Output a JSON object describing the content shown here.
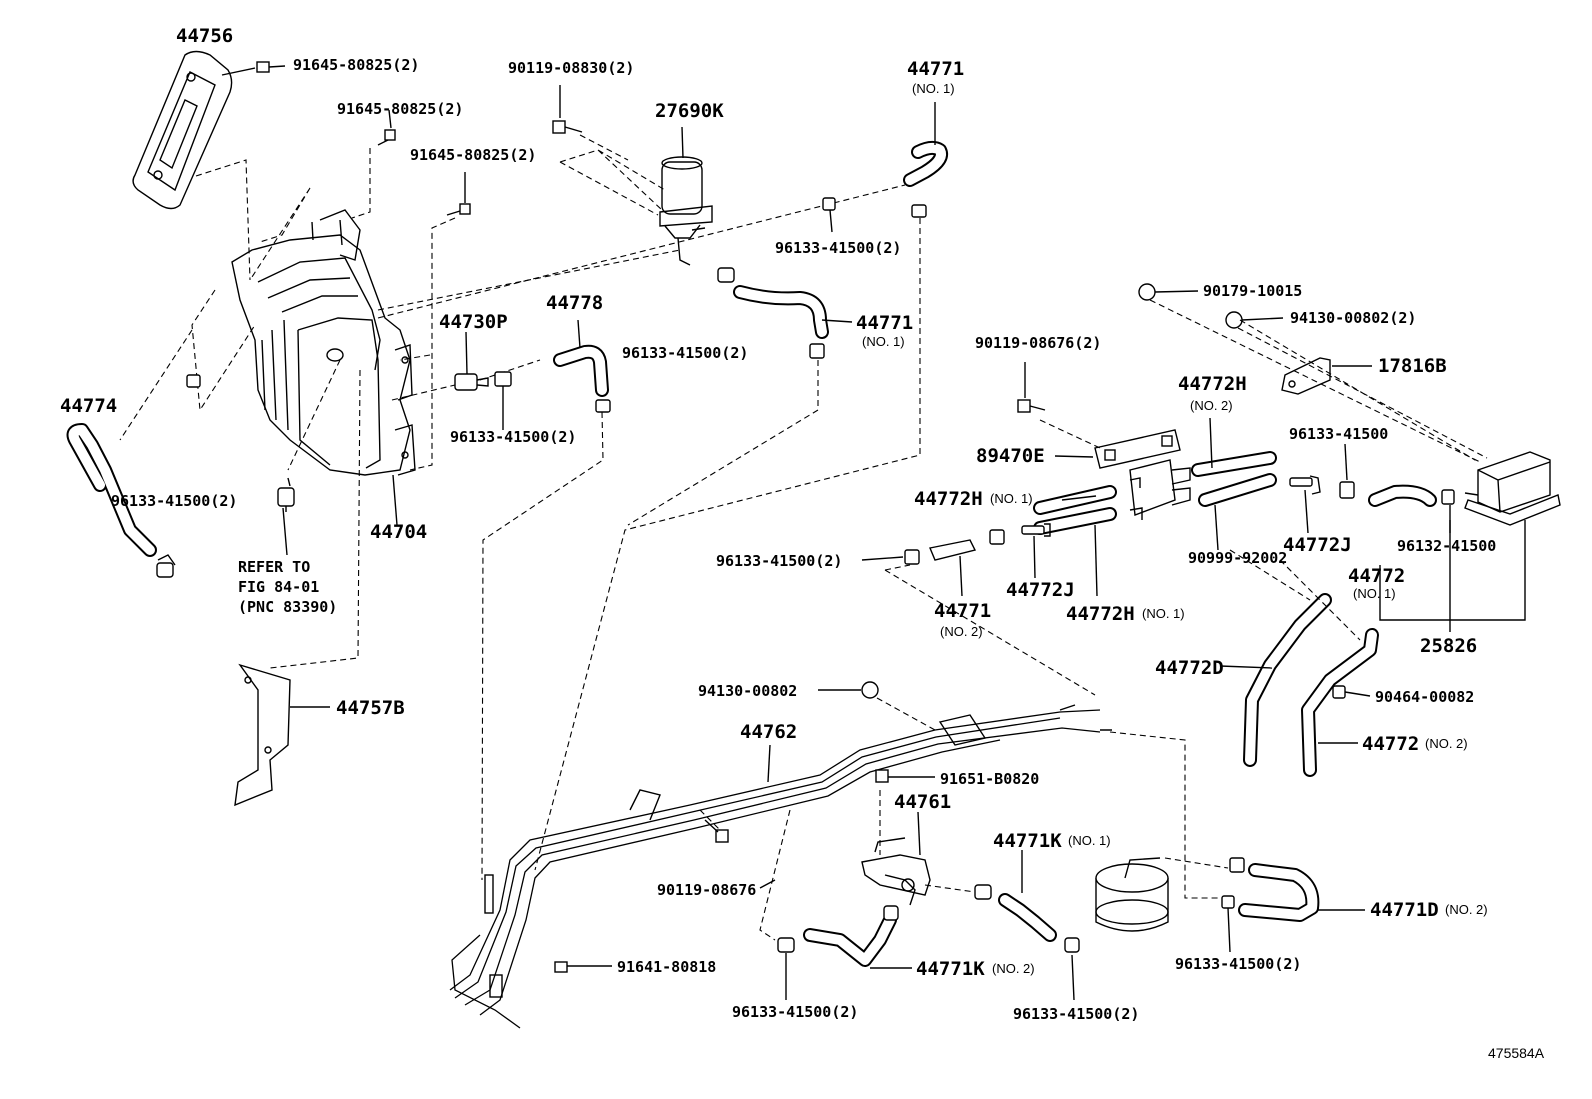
{
  "diagram": {
    "id": "475584A",
    "labels": {
      "p44756": "44756",
      "p91645a": "91645-80825(2)",
      "p91645b": "91645-80825(2)",
      "p91645c": "91645-80825(2)",
      "p90119_08830": "90119-08830(2)",
      "p27690K": "27690K",
      "p44771_top": "44771",
      "p44771_top_note": "(NO. 1)",
      "p96133_top": "96133-41500(2)",
      "p44771_mid": "44771",
      "p44771_mid_note": "(NO. 1)",
      "p96133_mid": "96133-41500(2)",
      "p44778": "44778",
      "p44730P": "44730P",
      "p96133_c": "96133-41500(2)",
      "p44774": "44774",
      "p96133_left": "96133-41500(2)",
      "p44704": "44704",
      "refer1": "REFER TO",
      "refer2": "FIG 84-01",
      "refer3": "(PNC 83390)",
      "p44757B": "44757B",
      "p90179": "90179-10015",
      "p94130_top": "94130-00802(2)",
      "p17816B": "17816B",
      "p90119_08676_2": "90119-08676(2)",
      "p44772H_top": "44772H",
      "p44772H_top_note": "(NO. 2)",
      "p96133_right": "96133-41500",
      "p89470E": "89470E",
      "p44772H_no1": "44772H",
      "p44772H_no1_note": "(NO. 1)",
      "p96133_d": "96133-41500(2)",
      "p44772J_left": "44772J",
      "p44772H_no1b": "44772H",
      "p44772H_no1b_note": "(NO. 1)",
      "p90999": "90999-92002",
      "p44772J_right": "44772J",
      "p44772_no1": "44772",
      "p44772_no1_note": "(NO. 1)",
      "p96132": "96132-41500",
      "p25826": "25826",
      "p44771_no2": "44771",
      "p44771_no2_note": "(NO. 2)",
      "p44772D": "44772D",
      "p90464": "90464-00082",
      "p44772_no2": "44772",
      "p44772_no2_note": "(NO. 2)",
      "p94130_bot": "94130-00802",
      "p44762": "44762",
      "p91651": "91651-B0820",
      "p44761": "44761",
      "p44771K_no1": "44771K",
      "p44771K_no1_note": "(NO. 1)",
      "p90119_08676": "90119-08676",
      "p44771D": "44771D",
      "p44771D_note": "(NO. 2)",
      "p91641": "91641-80818",
      "p44771K_no2": "44771K",
      "p44771K_no2_note": "(NO. 2)",
      "p96133_e": "96133-41500(2)",
      "p96133_f": "96133-41500(2)",
      "p96133_g": "96133-41500(2)"
    }
  }
}
